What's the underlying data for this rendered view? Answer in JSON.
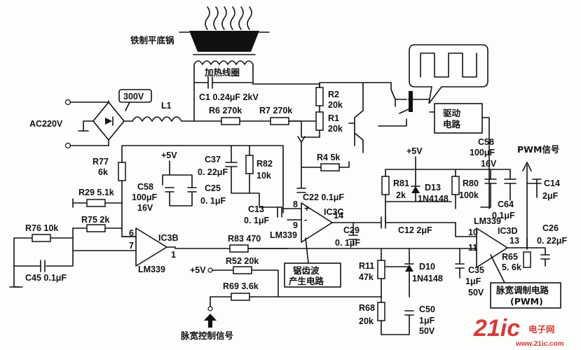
{
  "labels": {
    "pan": "铁制平底锅",
    "heating_coil": "加热线圈",
    "ac_input": "AC220V",
    "rect_voltage": "300V",
    "l1": "L1",
    "c1": "C1 0.24μF 2kV",
    "r6": "R6 270k",
    "r7": "R7 270k",
    "r2_name": "R2",
    "r2_val": "20k",
    "r1_name": "R1",
    "r1_val": "20k",
    "drive_line1": "驱动",
    "drive_line2": "电路",
    "r77_name": "R77",
    "r77_val": "6k",
    "plus5v_a": "+5V",
    "c37_name": "C37",
    "c37_val": "0. 22μF",
    "r82_name": "R82",
    "r82_val": "10k",
    "r4": "R4 5k",
    "c22": "C22 0.1μF",
    "c13_name": "C13",
    "c13_val": "0. 1μF",
    "c58a_name": "C58",
    "c58a_v1": "100μF",
    "c58a_v2": "16V",
    "c25_name": "C25",
    "c25_val": "0. 1μF",
    "r29": "R29 5.1k",
    "r75": "R75 2k",
    "r76": "R76 10k",
    "c45": "C45 0.1μF",
    "ic3b": "IC3B",
    "lm339_b": "LM339",
    "pin6": "6",
    "pin7": "7",
    "pin1": "1",
    "ic3c": "IC3C",
    "lm339_c": "LM339",
    "pin8": "8",
    "pin9": "9",
    "pin14": "14",
    "c29_name": "C29",
    "c29_val": "0. 1μF",
    "c12": "C12 2μF",
    "plus5v_b": "+5V",
    "r81_name": "R81",
    "r81_val": "2k",
    "d13_name": "D13",
    "d13_val": "1N4148",
    "r80_name": "R80",
    "r80_val": "100k",
    "c58b_name": "C58",
    "c58b_v1": "100μF",
    "c58b_v2": "16V",
    "c64_name": "C64",
    "c64_val": "0.1μF",
    "pwm_signal": "PWM信号",
    "c14_name": "C14",
    "c14_val": "2μF",
    "lm339_d": "LM339",
    "ic3d": "IC3D",
    "pin10": "10",
    "pin11": "11",
    "pin13": "13",
    "c26_name": "C26",
    "c26_val": "0. 22μF",
    "r65_name": "R65",
    "r65_val": "5. 6k",
    "c35_name": "C35",
    "c35_v1": "1μF",
    "c35_v2": "50V",
    "r83": "R83 470",
    "r52": "R52 20k",
    "r69": "R69 3.6k",
    "plus5v_c": "+5V",
    "r11_name": "R11",
    "r11_val": "47k",
    "d10_name": "D10",
    "d10_val": "1N4148",
    "r68_name": "R68",
    "r68_val": "20k",
    "c50_name": "C50",
    "c50_v1": "1μF",
    "c50_v2": "50V",
    "pulse_control": "脉宽控制信号",
    "sawtooth_line1": "锯齿波",
    "sawtooth_line2": "产生电路",
    "pwm_circuit_line1": "脉宽调制电路",
    "pwm_circuit_line2": "(PWM)"
  },
  "watermark": {
    "brand_prefix": "21ic",
    "brand_cn": "电子网",
    "url": "www.21ic.com",
    "color": "#d63a3a"
  }
}
